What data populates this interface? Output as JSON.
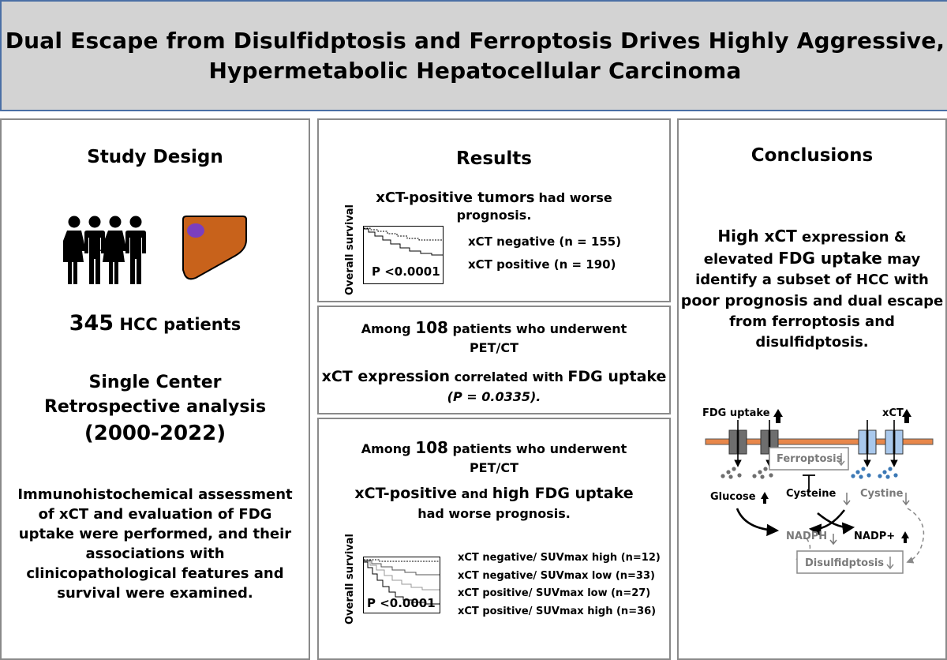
{
  "title": {
    "line1": "Dual Escape from Disulfidptosis and Ferroptosis Drives Highly Aggressive,",
    "line2": "Hypermetabolic Hepatocellular Carcinoma"
  },
  "study_design": {
    "heading": "Study Design",
    "patients_number": "345",
    "patients_text": "HCC patients",
    "center_line1": "Single Center",
    "center_line2": "Retrospective analysis",
    "years": "(2000-2022)",
    "description": [
      "Immunohistochemical assessment",
      "of xCT and evaluation of FDG",
      "uptake were performed, and their",
      "associations with",
      "clinicopathological features and",
      "survival were examined."
    ]
  },
  "results": {
    "heading": "Results",
    "panel1": {
      "headline_bold": "xCT-positive tumors",
      "headline_rest": "had worse",
      "headline_line2": "prognosis.",
      "ylabel": "Overall survival",
      "p_value": "P <0.0001",
      "legend": [
        "xCT negative (n = 155)",
        "xCT positive (n = 190)"
      ]
    },
    "panel2": {
      "line1_pre": "Among",
      "line1_num": "108",
      "line1_post": "patients who underwent",
      "line2": "PET/CT",
      "line3_bold1": "xCT expression",
      "line3_mid": "correlated with",
      "line3_bold2": "FDG uptake",
      "line4": "(P = 0.0335)."
    },
    "panel3": {
      "line1_pre": "Among",
      "line1_num": "108",
      "line1_post": "patients who underwent",
      "line2": "PET/CT",
      "line3_bold1": "xCT-positive",
      "line3_mid": "and",
      "line3_bold2": "high FDG uptake",
      "line4": "had worse prognosis.",
      "ylabel": "Overall survival",
      "p_value": "P <0.0001",
      "legend": [
        "xCT negative/ SUVmax high (n=12)",
        "xCT negative/ SUVmax low (n=33)",
        "xCT positive/ SUVmax low (n=27)",
        "xCT positive/ SUVmax high (n=36)"
      ]
    }
  },
  "conclusions": {
    "heading": "Conclusions",
    "text": {
      "l1_bold": "High xCT",
      "l1_rest": "expression &",
      "l2_pre": "elevated",
      "l2_bold": "FDG uptake",
      "l2_rest": "may",
      "l3": "identify a subset of HCC with",
      "l4_bold": "poor prognosis",
      "l4_rest": "and dual escape",
      "l5": "from ferroptosis and",
      "l6": "disulfidptosis."
    },
    "diagram": {
      "fdg_label": "FDG uptake",
      "xct_label": "xCT",
      "ferroptosis": "Ferroptosis",
      "glucose": "Glucose",
      "cysteine": "Cysteine",
      "cystine": "Cystine",
      "nadph": "NADPH",
      "nadp": "NADP+",
      "disulfidptosis": "Disulfidptosis"
    }
  },
  "colors": {
    "title_bg": "#d3d3d3",
    "title_border": "#4a6fa5",
    "panel_border": "#8a8a8a",
    "liver": "#c8621b",
    "tumor": "#7b3fbf",
    "membrane": "#e8874a",
    "glut": "#6e6e6e",
    "xct": "#a9c8ec",
    "cystine_dot": "#3b78b5",
    "gray_text": "#7a7a7a"
  }
}
